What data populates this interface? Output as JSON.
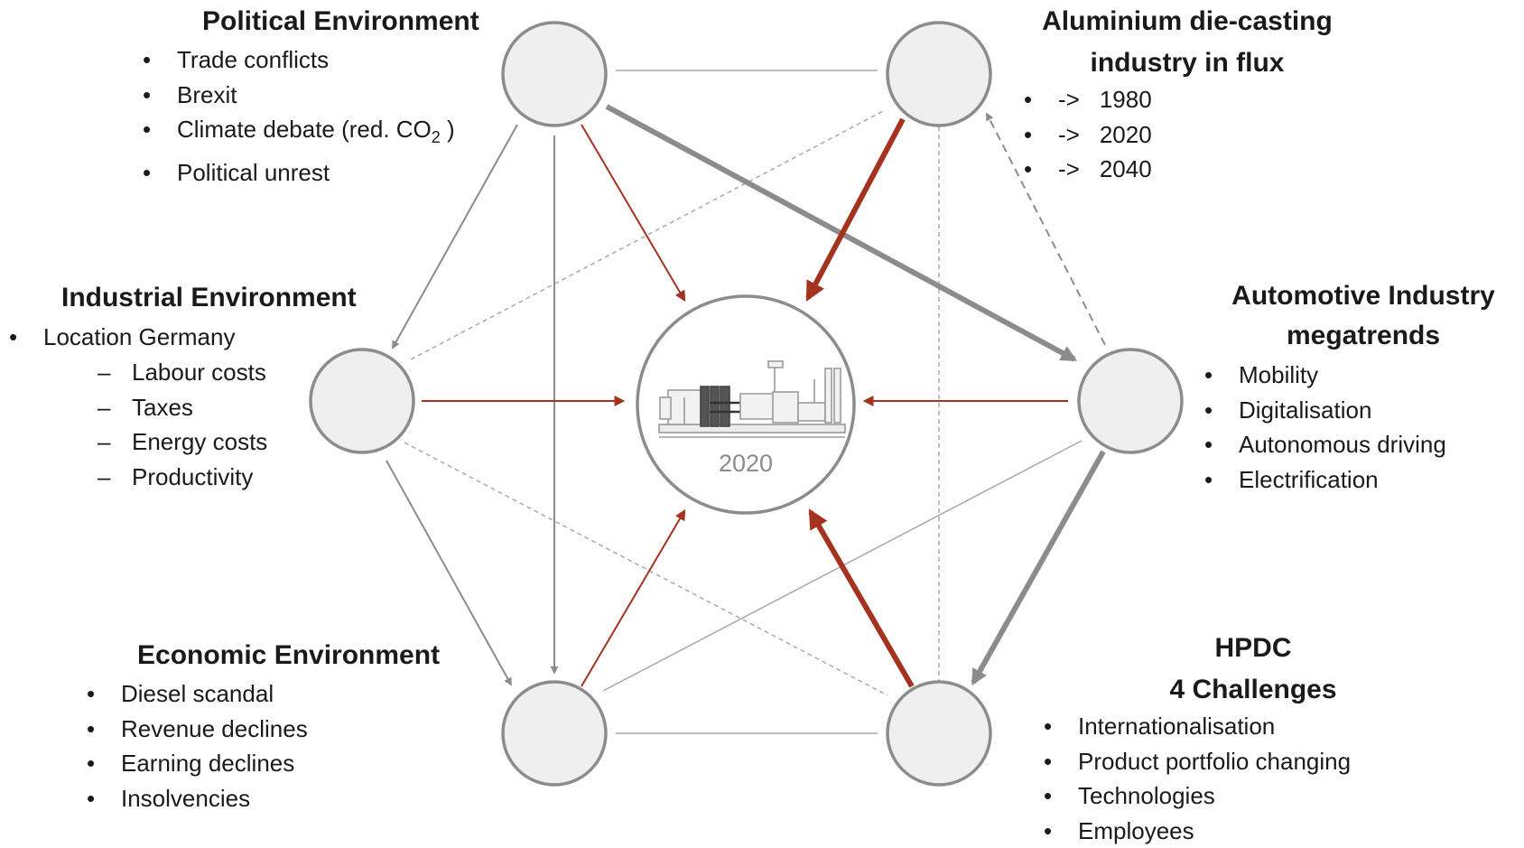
{
  "hub": {
    "year": "2020"
  },
  "political": {
    "title": "Political Environment",
    "items": [
      "Trade conflicts",
      "Brexit",
      "Climate debate (red. CO",
      "Political unrest"
    ],
    "co2_subscript": "2",
    "co2_close": " )"
  },
  "aluminium": {
    "title_line1": "Aluminium die-casting",
    "title_line2": "industry in flux",
    "arrow": "->",
    "items": [
      "1980",
      "2020",
      "2040"
    ]
  },
  "industrial": {
    "title": "Industrial Environment",
    "item": "Location Germany",
    "sub_items": [
      "Labour costs",
      "Taxes",
      "Energy costs",
      "Productivity"
    ]
  },
  "automotive": {
    "title_line1": "Automotive Industry",
    "title_line2": "megatrends",
    "items": [
      "Mobility",
      "Digitalisation",
      "Autonomous driving",
      "Electrification"
    ]
  },
  "economic": {
    "title": "Economic Environment",
    "items": [
      "Diesel scandal",
      "Revenue declines",
      "Earning declines",
      "Insolvencies"
    ]
  },
  "hpdc": {
    "title_line1": "HPDC",
    "title_line2": "4 Challenges",
    "items": [
      "Internationalisation",
      "Product portfolio changing",
      "Technologies",
      "Employees"
    ]
  },
  "symbols": {
    "bullet": "•",
    "dash": "–"
  },
  "colors": {
    "node_fill": "#efefef",
    "node_stroke": "#8c8c8c",
    "grey_line": "#999999",
    "red_arrow": "#a5321f"
  }
}
